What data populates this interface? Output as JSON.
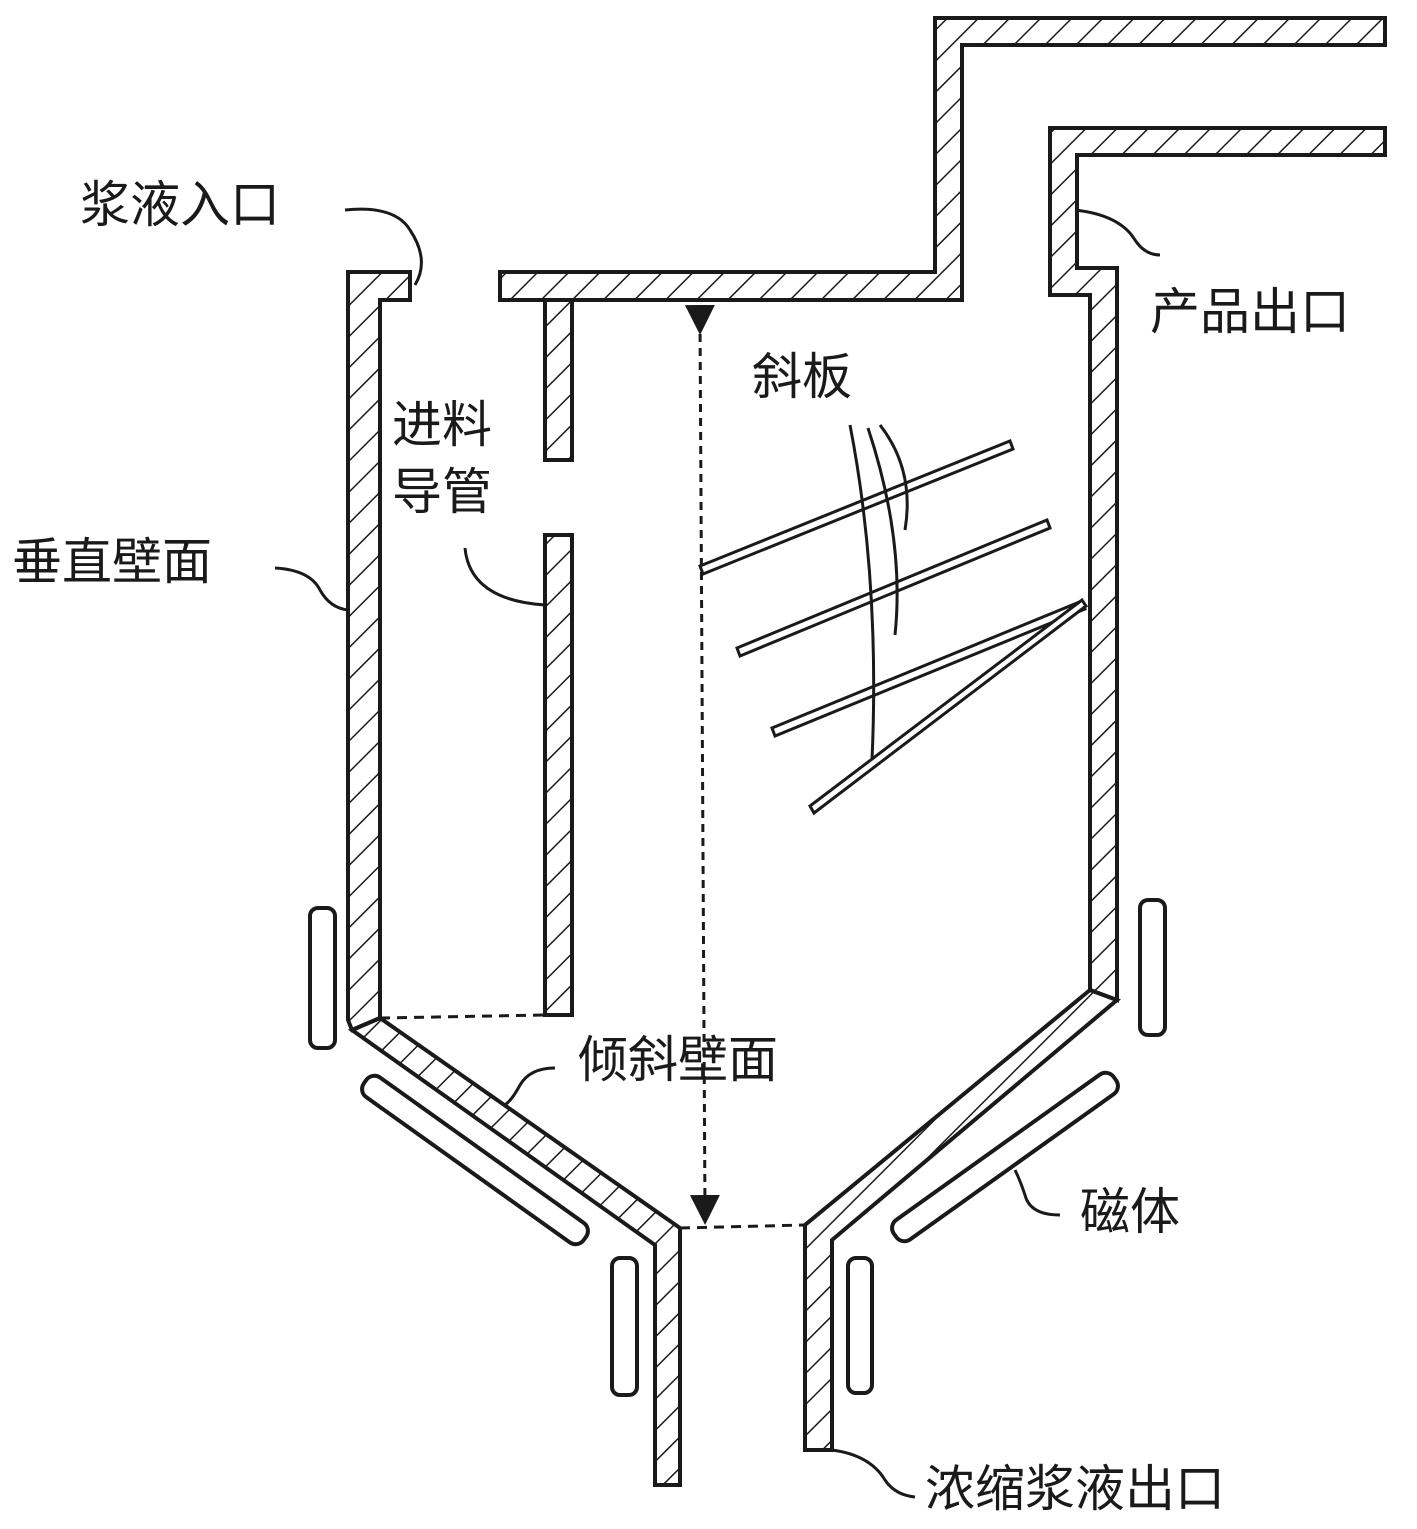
{
  "labels": {
    "slurry_inlet": "浆液入口",
    "product_outlet": "产品出口",
    "inclined_plate": "斜板",
    "feed_pipe_line1": "进料",
    "feed_pipe_line2": "导管",
    "vertical_wall": "垂直壁面",
    "inclined_wall": "倾斜壁面",
    "magnet": "磁体",
    "concentrated_outlet": "浓缩浆液出口"
  },
  "colors": {
    "line": "#1a1a1a",
    "background": "#ffffff"
  }
}
